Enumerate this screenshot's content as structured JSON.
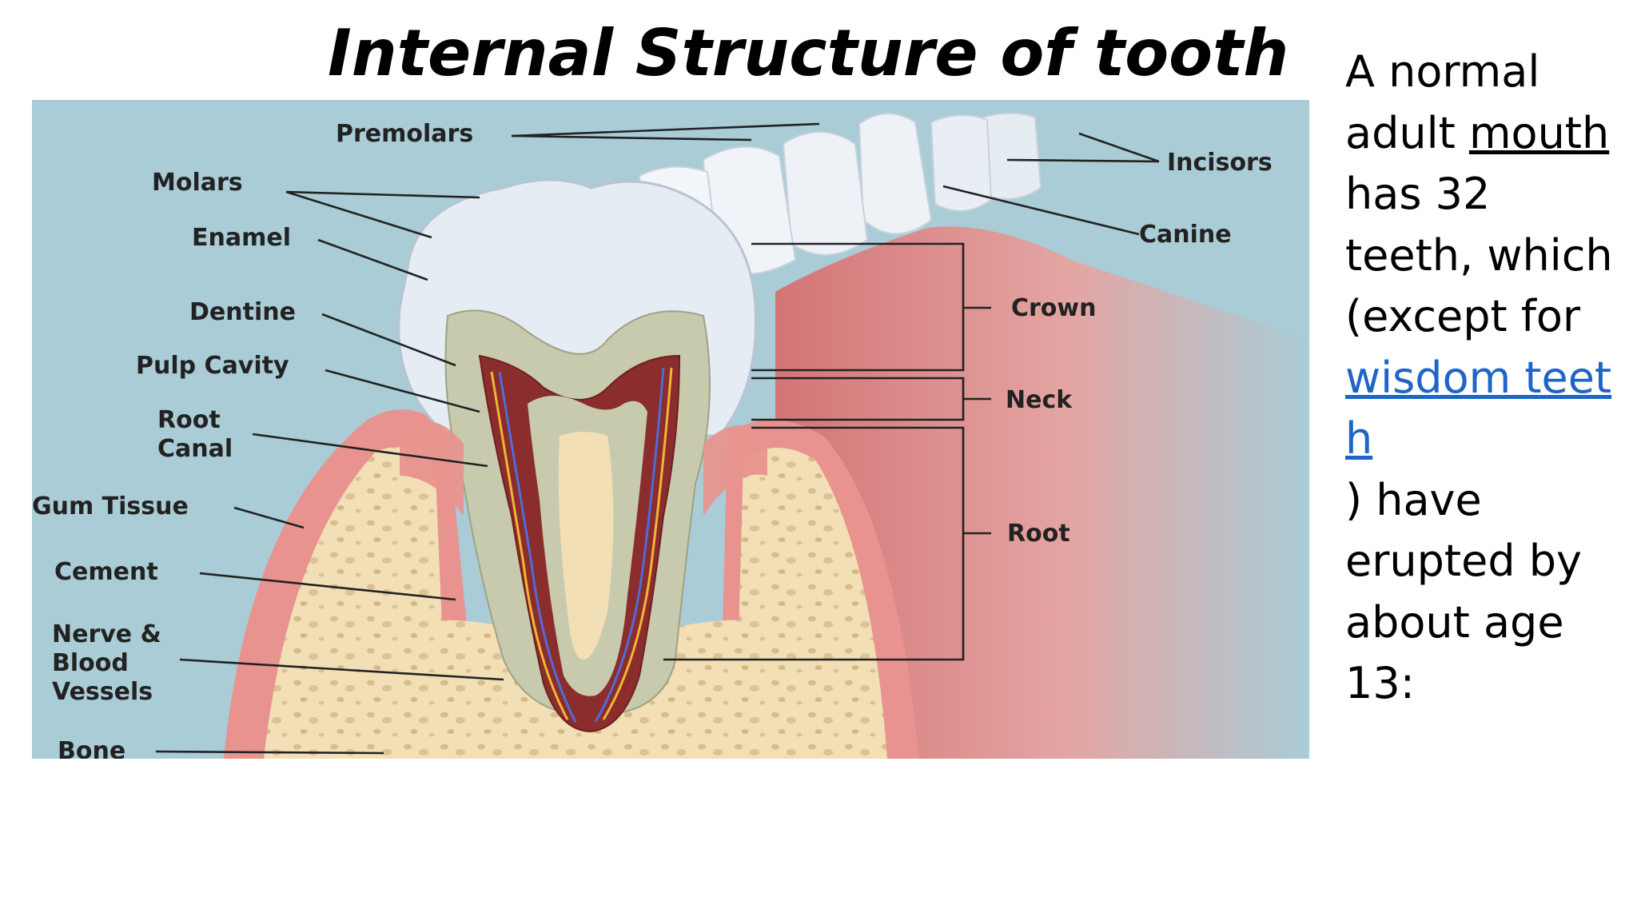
{
  "title": "Internal Structure of tooth",
  "diagram": {
    "labels_left": {
      "premolars": "Premolars",
      "molars": "Molars",
      "enamel": "Enamel",
      "dentine": "Dentine",
      "pulp_cavity": "Pulp Cavity",
      "root_canal_1": "Root",
      "root_canal_2": "Canal",
      "gum_tissue": "Gum Tissue",
      "cement": "Cement",
      "nerve_1": "Nerve &",
      "nerve_2": "Blood",
      "nerve_3": "Vessels",
      "bone": "Bone"
    },
    "labels_right": {
      "incisors": "Incisors",
      "canine": "Canine",
      "crown": "Crown",
      "neck": "Neck",
      "root": "Root"
    },
    "colors": {
      "background": "#a9ccd6",
      "enamel": "#e8eef5",
      "dentine": "#c9ccb0",
      "pulp": "#8b2d2d",
      "gum": "#e79a98",
      "bone": "#f2dfb6",
      "cheek": "#e7a8a4"
    }
  },
  "side_text": {
    "part1": "A normal adult ",
    "mouth_link": "mouth",
    "part2": " has 32 teeth, which (except for ",
    "wisdom_link": "wisdom teeth",
    "part3": ") have erupted by about age 13:"
  }
}
